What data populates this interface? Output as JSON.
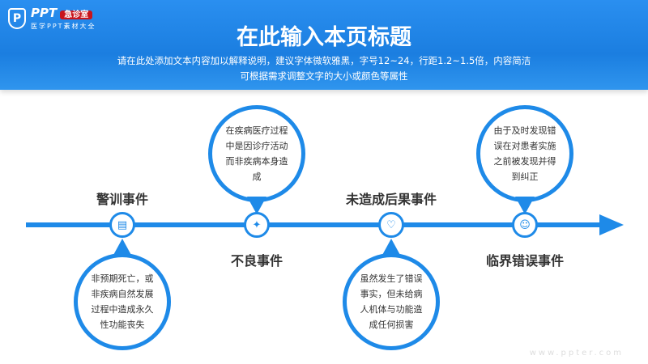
{
  "logo": {
    "brand": "PPT",
    "badge": "急诊室",
    "tagline": "医学PPT素材大全"
  },
  "header": {
    "title": "在此输入本页标题",
    "subtitle_line1": "请在此处添加文本内容加以解释说明，建议字体微软雅黑，字号12~24，行距1.2~1.5倍，内容简洁",
    "subtitle_line2": "可根据需求调整文字的大小或颜色等属性"
  },
  "events": [
    {
      "label": "警训事件",
      "icon": "document-search-icon",
      "desc": "非预期死亡，或非疾病自然发展过程中造成永久性功能丧失"
    },
    {
      "label": "不良事件",
      "icon": "dna-icon",
      "desc": "在疾病医疗过程中是因诊疗活动而非疾病本身造成"
    },
    {
      "label": "未造成后果事件",
      "icon": "heartbeat-icon",
      "desc": "虽然发生了错误事实，但未给病人机体与功能造成任何损害"
    },
    {
      "label": "临界错误事件",
      "icon": "doctor-icon",
      "desc": "由于及时发现错误在对患者实施之前被发现并得到纠正"
    }
  ],
  "watermark": "www.ppter.com",
  "colors": {
    "accent": "#1e8ae8"
  }
}
